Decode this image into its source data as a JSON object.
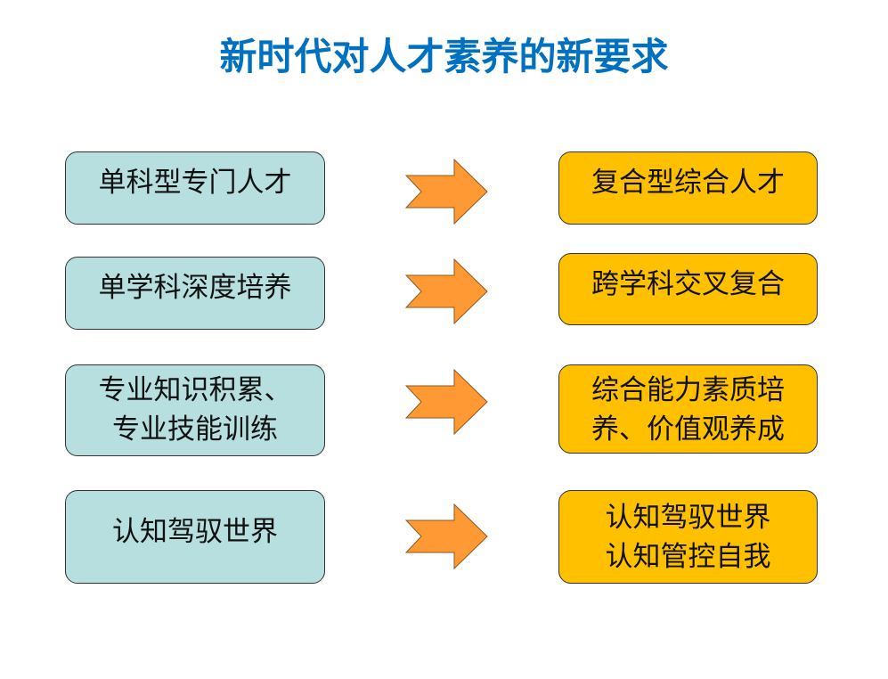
{
  "title": "新时代对人才素养的新要求",
  "rows": [
    {
      "from": "单科型专门人才",
      "to": "复合型综合人才"
    },
    {
      "from": "单学科深度培养",
      "to": "跨学科交叉复合"
    },
    {
      "from": "专业知识积累、\n专业技能训练",
      "to": "综合能力素质培\n养、价值观养成"
    },
    {
      "from": "认知驾驭世界",
      "to": "认知驾驭世界\n认知管控自我"
    }
  ],
  "colors": {
    "title": "#0070c0",
    "left_box": "#b7dfe0",
    "right_box": "#ffc000",
    "arrow": "#ff9933"
  }
}
